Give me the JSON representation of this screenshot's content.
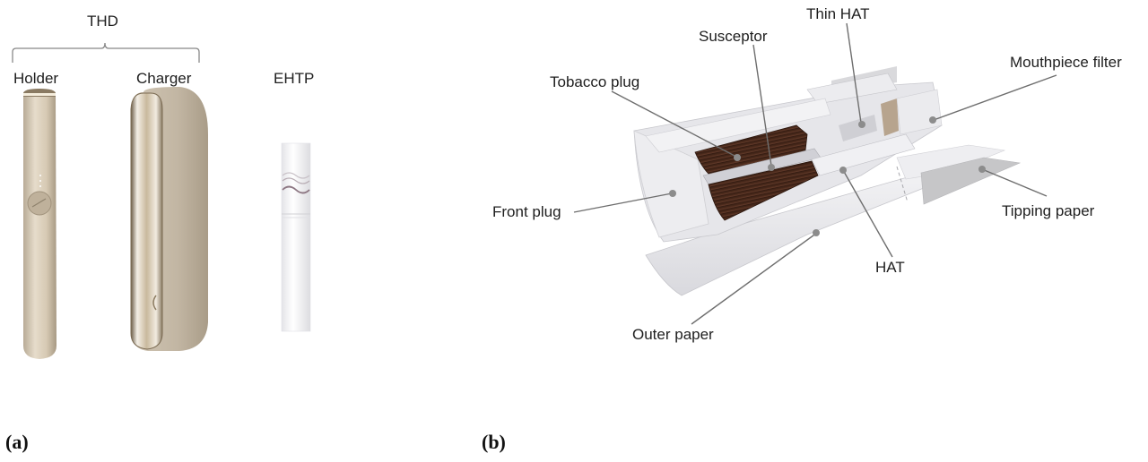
{
  "panel_a": {
    "panel_label": "(a)",
    "group_label": "THD",
    "items": [
      {
        "label": "Holder"
      },
      {
        "label": "Charger"
      },
      {
        "label": "EHTP"
      }
    ]
  },
  "panel_b": {
    "panel_label": "(b)",
    "callouts": [
      {
        "label": "Susceptor"
      },
      {
        "label": "Thin HAT"
      },
      {
        "label": "Tobacco plug"
      },
      {
        "label": "Mouthpiece filter"
      },
      {
        "label": "Front plug"
      },
      {
        "label": "Tipping paper"
      },
      {
        "label": "HAT"
      },
      {
        "label": "Outer paper"
      }
    ]
  },
  "colors": {
    "device_gold": "#d8cbb6",
    "chrome": "#b9a98e",
    "tobacco_brown": "#4a2a1a",
    "paper_white": "#e9e9ec",
    "leader_line": "#707070"
  }
}
